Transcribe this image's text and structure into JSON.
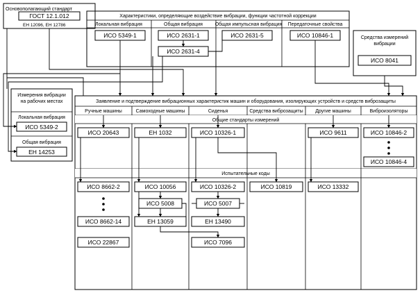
{
  "base_standard": {
    "label": "Основополагающий стандарт",
    "code": "ГОСТ 12.1.012",
    "related": "ЕН 12096, ЕН 12786"
  },
  "characteristics": {
    "title": "Характеристики, определяющие воздействие вибрации, функции частотной коррекции",
    "columns": [
      "Локальная вибрация",
      "Общая вибрация",
      "Общая импульсная вибрация",
      "Передаточные свойства"
    ],
    "codes": {
      "local": "ИСО 5349-1",
      "general_1": "ИСО 2631-1",
      "general_4": "ИСО 2631-4",
      "impulse": "ИСО 2631-5",
      "transfer": "ИСО 10846-1"
    }
  },
  "instruments": {
    "title": "Средства измерений вибрации",
    "code": "ИСО 8041"
  },
  "workplace": {
    "title": "Измерения вибрации на рабочих местах",
    "local_label": "Локальная вибрация",
    "local_code": "ИСО 5349-2",
    "general_label": "Общая вибрация",
    "general_code": "ЕН 14253"
  },
  "declaration": {
    "title": "Заявление и подтверждение вибрационных характеристик машин и оборудования, изолирующих устройств и средств виброзащиты",
    "columns": [
      "Ручные машины",
      "Самоходные машины",
      "Сиденья",
      "Средства виброзащиты",
      "Другие машины",
      "Виброизоляторы"
    ],
    "common_label": "Общие стандарты измерений",
    "common": {
      "hand": "ИСО 20643",
      "mobile": "ЕН 1032",
      "seats": "ИСО 10326-1",
      "other": "ИСО 9611",
      "iso_a": "ИСО 10846-2",
      "iso_b": "ИСО 10846-4"
    },
    "test_label": "Испытательные коды",
    "test": {
      "hand_first": "ИСО 8662-2",
      "hand_last": "ИСО 8662-14",
      "hand_extra": "ИСО 22867",
      "mob_1": "ИСО 10056",
      "mob_2": "ИСО 5008",
      "mob_3": "ЕН 13059",
      "seat_1": "ИСО 10326-2",
      "seat_2": "ИСО 5007",
      "seat_3": "ЕН 13490",
      "seat_4": "ИСО 7096",
      "protect": "ИСО 10819",
      "other": "ИСО 13332"
    }
  }
}
